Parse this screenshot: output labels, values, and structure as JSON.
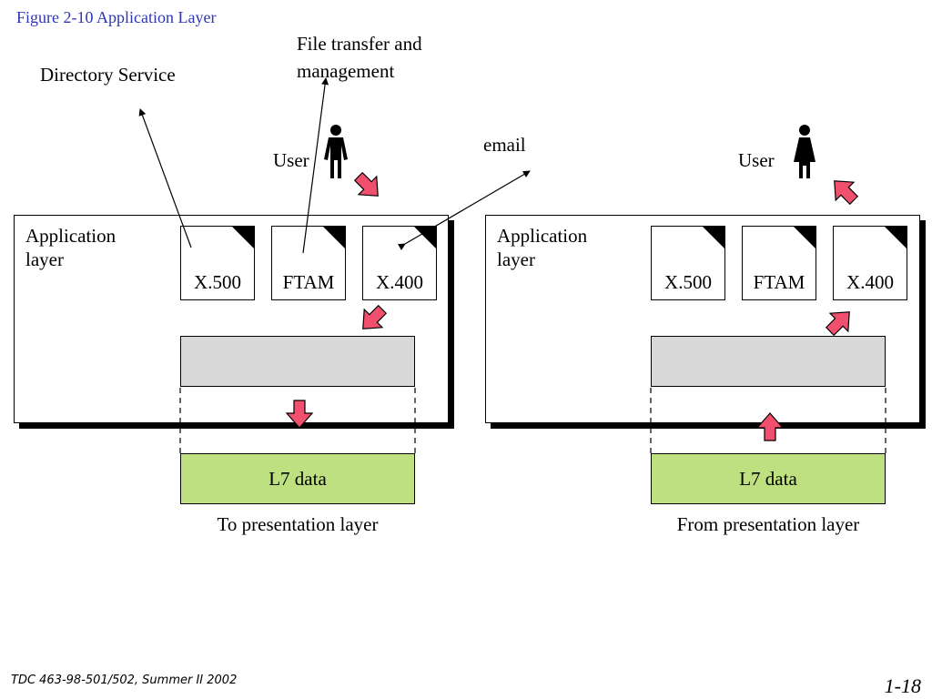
{
  "caption": "Figure  2-10 Application Layer",
  "annotations": {
    "directory_service": "Directory Service",
    "file_transfer_line1": "File transfer and",
    "file_transfer_line2": "management",
    "email": "email"
  },
  "left_panel": {
    "layer_label_line1": "Application",
    "layer_label_line2": "layer",
    "user_label": "User",
    "docs": [
      "X.500",
      "FTAM",
      "X.400"
    ],
    "data_label": "L7 data",
    "sublabel": "To presentation layer"
  },
  "right_panel": {
    "layer_label_line1": "Application",
    "layer_label_line2": "layer",
    "user_label": "User",
    "docs": [
      "X.500",
      "FTAM",
      "X.400"
    ],
    "data_label": "L7 data",
    "sublabel": "From presentation layer"
  },
  "footer": {
    "course": "TDC 463-98-501/502, Summer II 2002",
    "page": "1-18"
  },
  "colors": {
    "caption": "#2f35b5",
    "arrow_fill": "#f0506e",
    "grey_bar": "#d8d8d8",
    "green_box": "#bfe080"
  }
}
